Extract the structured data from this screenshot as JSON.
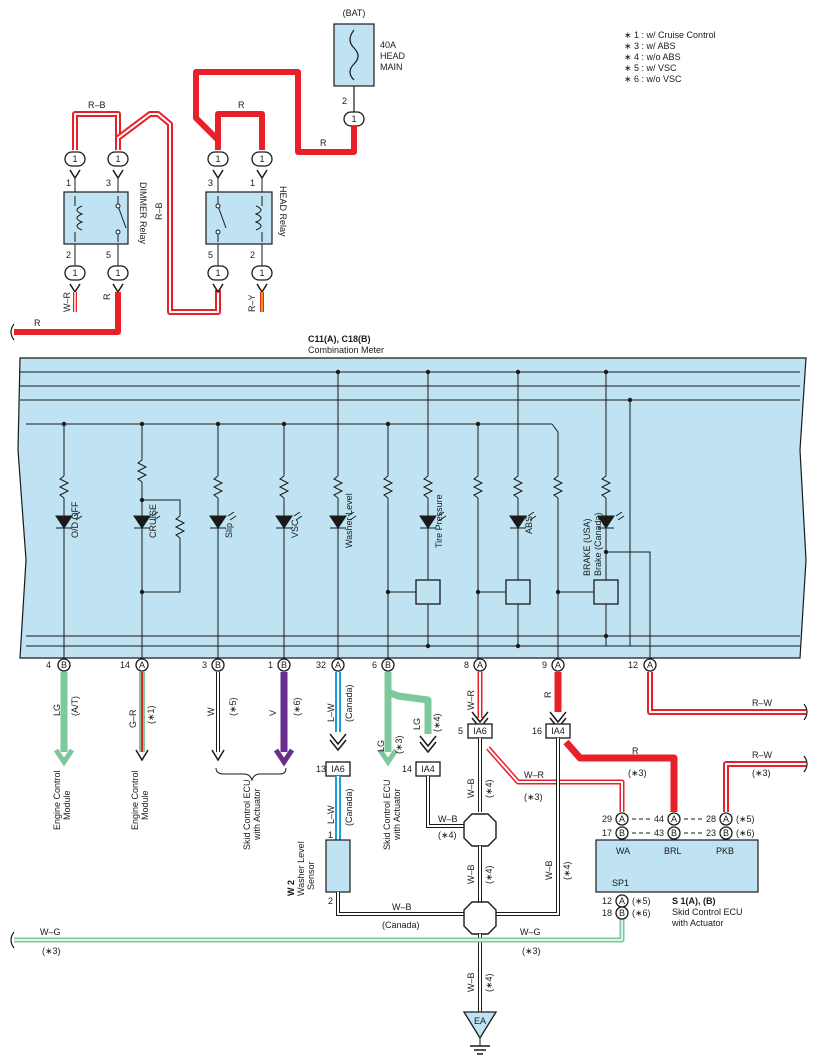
{
  "battery": {
    "label": "(BAT)",
    "fuse_amp": "40A",
    "fuse_name_1": "HEAD",
    "fuse_name_2": "MAIN",
    "fuse_pin": "2",
    "conn": "1"
  },
  "notes": [
    "∗ 1 : w/ Cruise Control",
    "∗ 3 : w/ ABS",
    "∗ 4 : w/o ABS",
    "∗ 5 : w/ VSC",
    "∗ 6 : w/o VSC"
  ],
  "relays": {
    "dimmer": {
      "label": "DIMMER Relay",
      "pins": [
        "1",
        "3",
        "2",
        "5"
      ]
    },
    "head": {
      "label": "HEAD Relay",
      "pins": [
        "3",
        "1",
        "5",
        "2"
      ]
    }
  },
  "wires": {
    "rb": "R–B",
    "r": "R",
    "wr": "W–R",
    "ry": "R–Y",
    "rw": "R–W",
    "lg": "LG",
    "gr": "G–R",
    "w": "W",
    "v": "V",
    "lw": "L–W",
    "wb": "W–B",
    "wg": "W–G"
  },
  "meter": {
    "title": "C11(A), C18(B)",
    "subtitle": "Combination Meter",
    "lamps": [
      "O/D OFF",
      "CRUISE",
      "Slip",
      "VSC",
      "Washer Level",
      "Tire Pressure",
      "ABS",
      "BRAKE (USA)",
      "Brake (Canada)"
    ],
    "pins": [
      {
        "num": "4",
        "conn": "B"
      },
      {
        "num": "14",
        "conn": "A"
      },
      {
        "num": "3",
        "conn": "B"
      },
      {
        "num": "1",
        "conn": "B"
      },
      {
        "num": "32",
        "conn": "A"
      },
      {
        "num": "6",
        "conn": "B"
      },
      {
        "num": "8",
        "conn": "A"
      },
      {
        "num": "9",
        "conn": "A"
      },
      {
        "num": "12",
        "conn": "A"
      }
    ]
  },
  "conditions": {
    "at": "(A/T)",
    "c1": "(∗1)",
    "c3": "(∗3)",
    "c4": "(∗4)",
    "c5": "(∗5)",
    "c6": "(∗6)",
    "canada": "(Canada)"
  },
  "destinations": {
    "ecm_1": "Engine Control",
    "ecm_2": "Module",
    "skid_1": "Skid Control ECU",
    "skid_2": "with Actuator"
  },
  "connectors": {
    "ia6": "IA6",
    "ia4": "IA4",
    "pin5": "5",
    "pin16": "16",
    "pin13": "13",
    "pin14": "14"
  },
  "washer_sensor": {
    "code": "W 2",
    "name_1": "Washer Level",
    "name_2": "Sensor",
    "pin1": "1",
    "pin2": "2"
  },
  "skid_ecu": {
    "code": "S 1(A), (B)",
    "name_1": "Skid Control ECU",
    "name_2": "with Actuator",
    "terms": [
      "WA",
      "BRL",
      "PKB",
      "SP1"
    ],
    "pins": {
      "wa_a": "29",
      "wa_b": "17",
      "brl_a": "44",
      "brl_b": "43",
      "pkb_a": "28",
      "pkb_b": "23",
      "sp1_a": "12",
      "sp1_b": "18"
    }
  },
  "ground": "EA",
  "colors": {
    "red": "#e8202a",
    "meter_fill": "#bfe3f2",
    "lg": "#7dc99d",
    "violet": "#6a2c8e",
    "lw": "#1aa0d8",
    "wire": "#1a1a1a"
  }
}
